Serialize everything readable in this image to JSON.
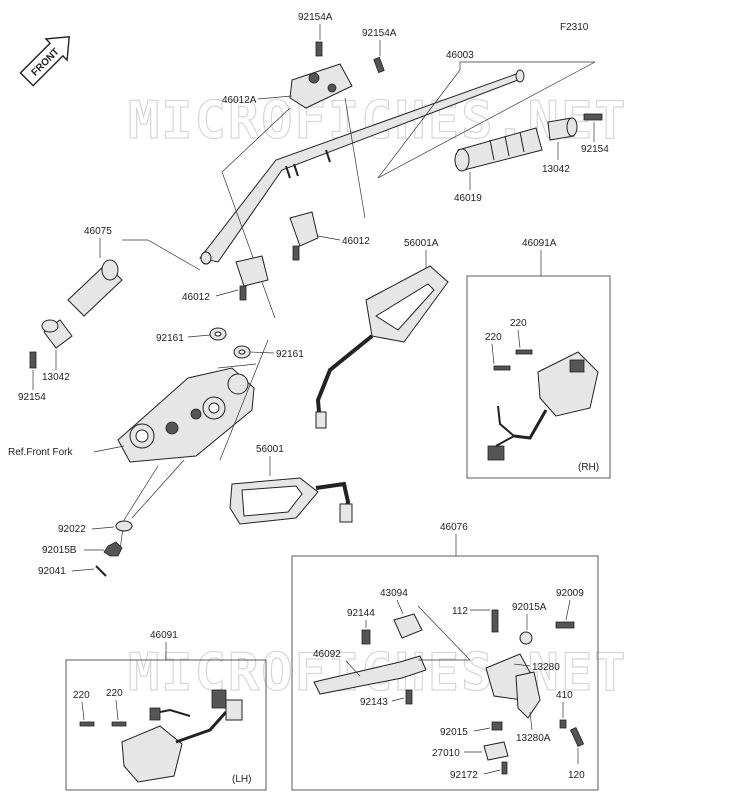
{
  "diagram_code": "F2310",
  "front_arrow_label": "FRONT",
  "watermark": "MICROFICHES.NET",
  "labels": {
    "p92154A_a": "92154A",
    "p92154A_b": "92154A",
    "p46003": "46003",
    "p46012A": "46012A",
    "p13042_r": "13042",
    "p92154_r": "92154",
    "p46019": "46019",
    "p46012_r": "46012",
    "p46075": "46075",
    "p46012_l": "46012",
    "p56001A": "56001A",
    "p46091A": "46091A",
    "p92161_a": "92161",
    "p92161_b": "92161",
    "p13042_l": "13042",
    "p92154_l": "92154",
    "ref_front_fork": "Ref.Front Fork",
    "p220_a": "220",
    "p220_b": "220",
    "rh": "(RH)",
    "p56001": "56001",
    "p92022": "92022",
    "p92015B": "92015B",
    "p92041": "92041",
    "p46076": "46076",
    "p43094": "43094",
    "p92144": "92144",
    "p112": "112",
    "p92015A": "92015A",
    "p92009": "92009",
    "p46091": "46091",
    "p46092": "46092",
    "p13280": "13280",
    "p410": "410",
    "p92143": "92143",
    "p220_c": "220",
    "p220_d": "220",
    "p92015": "92015",
    "p13280A": "13280A",
    "p27010": "27010",
    "p92172": "92172",
    "p120": "120",
    "lh": "(LH)"
  }
}
